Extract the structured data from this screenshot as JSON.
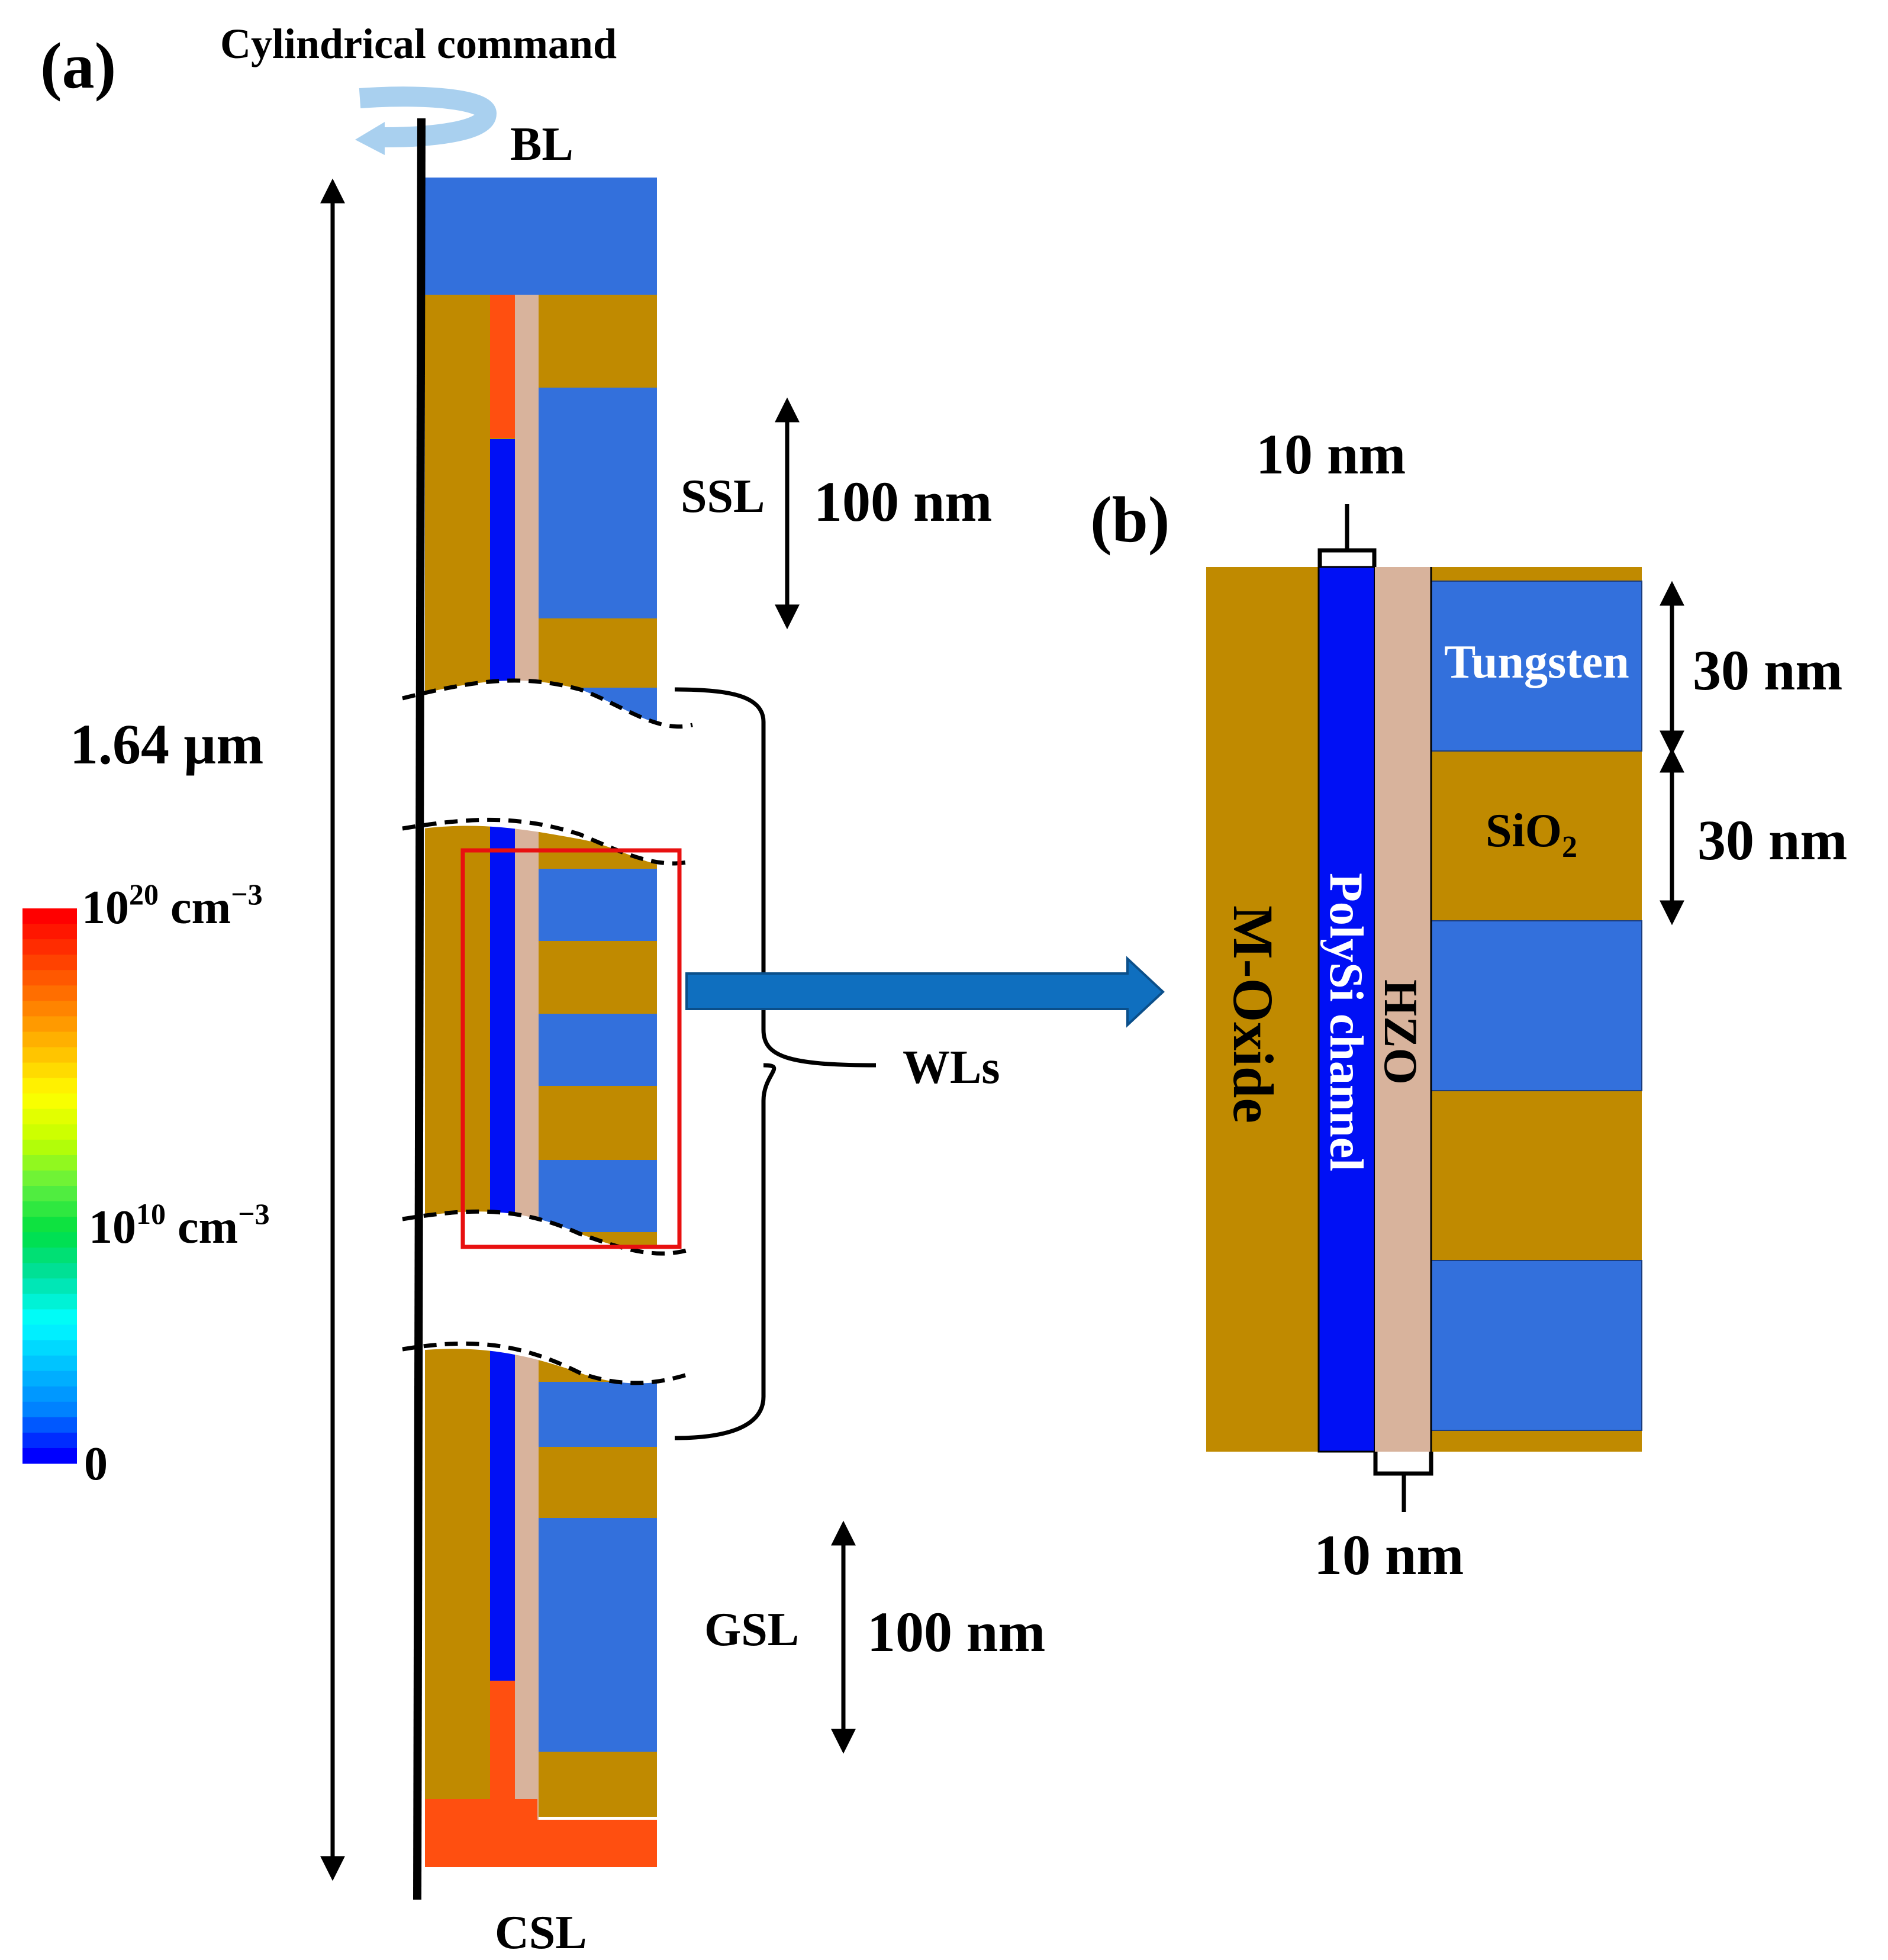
{
  "panel_a": {
    "label": "(a)",
    "rotation_caption": "Cylindrical command",
    "top_terminal": "BL",
    "bottom_terminal": "CSL",
    "total_height": "1.64 µm",
    "ssl": {
      "label": "SSL",
      "dimension": "100 nm"
    },
    "gsl": {
      "label": "GSL",
      "dimension": "100 nm"
    },
    "wordlines": "WLs",
    "colorbar": {
      "max": "10",
      "max_exp": "20",
      "mid": "10",
      "mid_exp": "10",
      "unit": "cm",
      "unit_exp": "−3",
      "min": "0",
      "colors": [
        "#ff0000",
        "#ff4000",
        "#ff8000",
        "#ffc000",
        "#ffff00",
        "#c0ff00",
        "#60f040",
        "#00e040",
        "#00e0a0",
        "#00ffff",
        "#00c0ff",
        "#0080ff",
        "#0000ff"
      ]
    }
  },
  "panel_b": {
    "label": "(b)",
    "top_width": "10 nm",
    "bottom_width": "10 nm",
    "tungsten": "Tungsten",
    "sio2": "SiO",
    "sio2_sub": "2",
    "tungsten_height": "30 nm",
    "sio2_height": "30 nm",
    "m_oxide": "M-Oxide",
    "channel": "PolySi channel",
    "hzo": "HZO"
  },
  "colors": {
    "oxide": "#c08a00",
    "tungsten": "#3370dc",
    "channel": "#0010f5",
    "hzo": "#d8b39c",
    "doped": "#ff4f10",
    "highlight": "#e81010",
    "arrow": "#0f6fbf",
    "rotate_arrow": "#a9d0ef"
  }
}
